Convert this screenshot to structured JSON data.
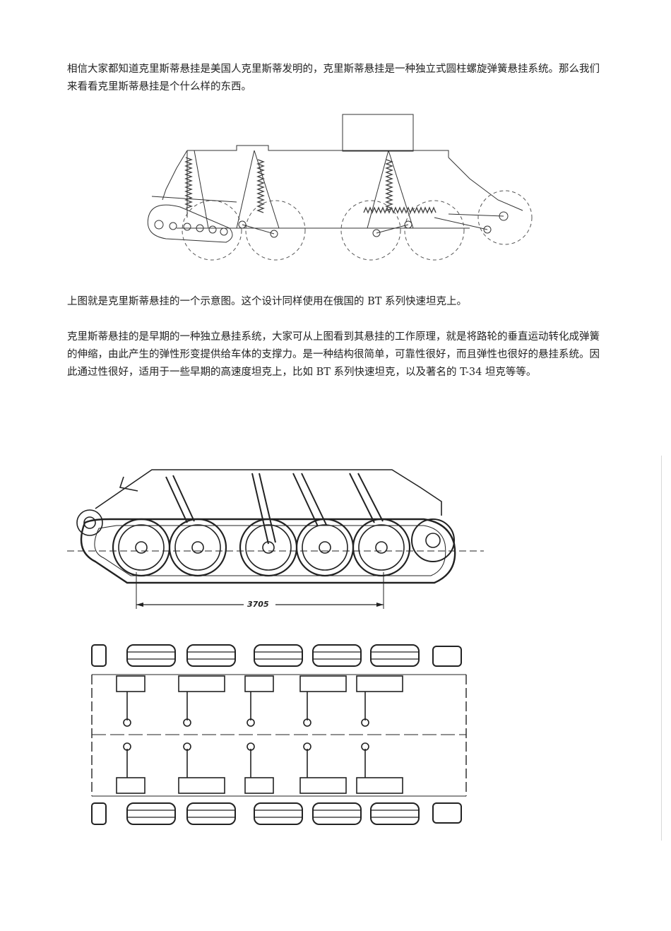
{
  "paragraphs": {
    "p1": "相信大家都知道克里斯蒂悬挂是美国人克里斯蒂发明的，克里斯蒂悬挂是一种独立式圆柱螺旋弹簧悬挂系统。那么我们来看看克里斯蒂悬挂是个什么样的东西。",
    "p2": "上图就是克里斯蒂悬挂的一个示意图。这个设计同样使用在俄国的 BT 系列快速坦克上。",
    "p3": "克里斯蒂悬挂的是早期的一种独立悬挂系统，大家可从上图看到其悬挂的工作原理，就是将路轮的垂直运动转化成弹簧的伸缩，由此产生的弹性形变提供给车体的支撑力。是一种结构很简单，可靠性很好，而且弹性也很好的悬挂系统。因此通过性很好，适用于一些早期的高速度坦克上，比如 BT 系列快速坦克，以及著名的 T-34 坦克等等。"
  },
  "figures": {
    "fig2_dimension": "3705"
  }
}
